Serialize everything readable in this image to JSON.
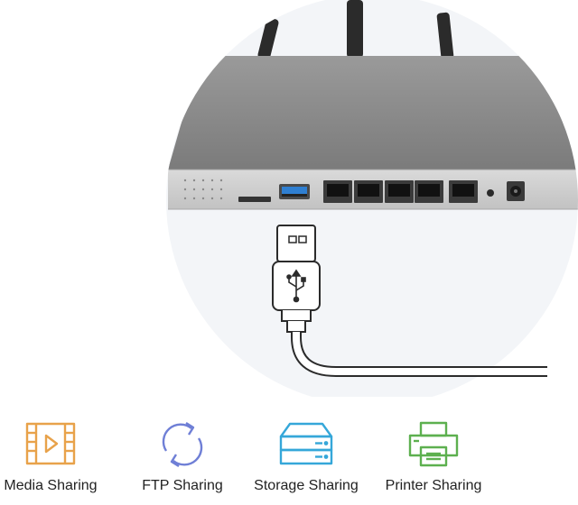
{
  "features": [
    {
      "label": "Media Sharing",
      "icon": "video-file-icon",
      "color": "#E8A24A"
    },
    {
      "label": "FTP Sharing",
      "icon": "sync-arrows-icon",
      "color": "#6F7FD6"
    },
    {
      "label": "Storage Sharing",
      "icon": "server-stack-icon",
      "color": "#35A7D9"
    },
    {
      "label": "Printer Sharing",
      "icon": "printer-icon",
      "color": "#5DB04F"
    }
  ],
  "scene": {
    "device": "wireless-router",
    "ports": [
      "sd-card-slot",
      "usb-port",
      "lan-port",
      "lan-port",
      "lan-port",
      "lan-port",
      "wan-port",
      "reset-button",
      "power-jack"
    ],
    "cable": "usb-cable",
    "colors": {
      "router_top": "#8e8e8e",
      "router_front": "#cfcfcf",
      "usb_blue": "#2f7fd1",
      "backdrop": "#f1f3f6"
    }
  }
}
